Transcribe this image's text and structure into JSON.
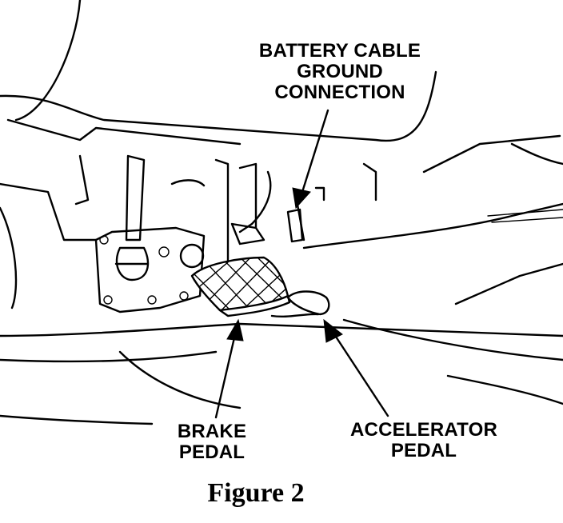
{
  "labels": {
    "battery_line1": "BATTERY CABLE",
    "battery_line2": "GROUND",
    "battery_line3": "CONNECTION",
    "brake_line1": "BRAKE",
    "brake_line2": "PEDAL",
    "accel_line1": "ACCELERATOR",
    "accel_line2": "PEDAL"
  },
  "caption": "Figure 2",
  "colors": {
    "ink": "#000000",
    "paper": "#ffffff"
  }
}
